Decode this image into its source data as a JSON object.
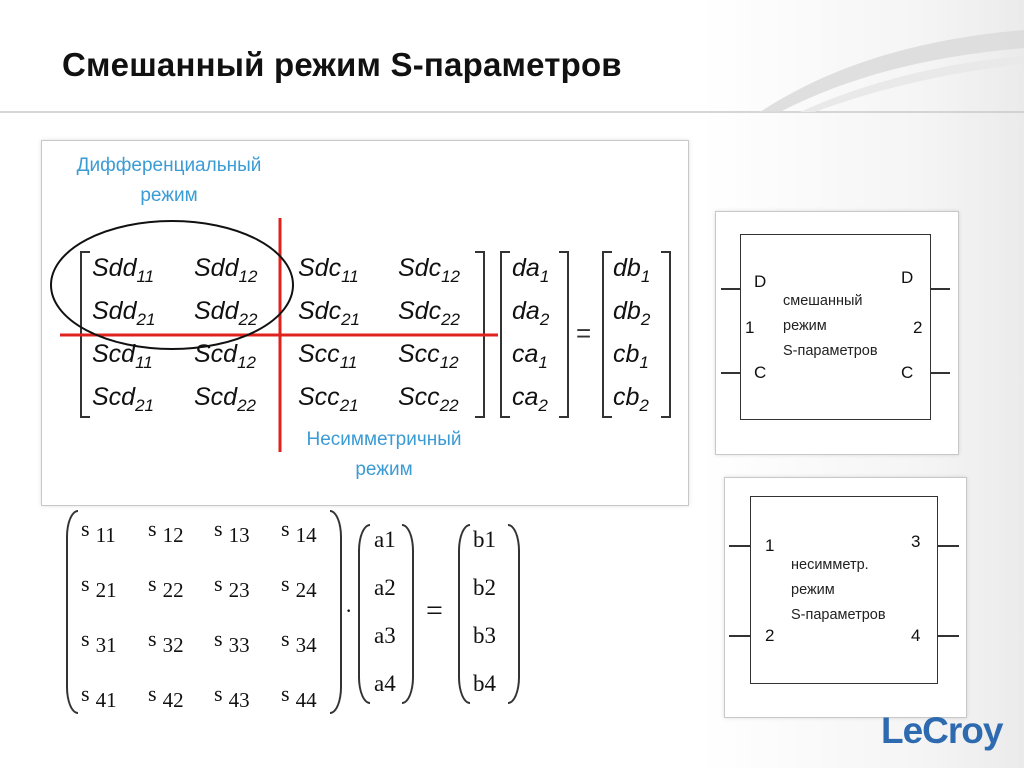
{
  "title": "Смешанный режим S-параметров",
  "mixed_panel": {
    "diff_label_line1": "Дифференциальный",
    "diff_label_line2": "режим",
    "se_label_line1": "Несимметричный",
    "se_label_line2": "режим",
    "matrix": [
      [
        [
          "Sdd",
          "11"
        ],
        [
          "Sdd",
          "12"
        ],
        [
          "Sdc",
          "11"
        ],
        [
          "Sdc",
          "12"
        ]
      ],
      [
        [
          "Sdd",
          "21"
        ],
        [
          "Sdd",
          "22"
        ],
        [
          "Sdc",
          "21"
        ],
        [
          "Sdc",
          "22"
        ]
      ],
      [
        [
          "Scd",
          "11"
        ],
        [
          "Scd",
          "12"
        ],
        [
          "Scc",
          "11"
        ],
        [
          "Scc",
          "12"
        ]
      ],
      [
        [
          "Scd",
          "21"
        ],
        [
          "Scd",
          "22"
        ],
        [
          "Scc",
          "21"
        ],
        [
          "Scc",
          "22"
        ]
      ]
    ],
    "vector_a": [
      [
        "da",
        "1"
      ],
      [
        "da",
        "2"
      ],
      [
        "ca",
        "1"
      ],
      [
        "ca",
        "2"
      ]
    ],
    "equals": "=",
    "vector_b": [
      [
        "db",
        "1"
      ],
      [
        "db",
        "2"
      ],
      [
        "cb",
        "1"
      ],
      [
        "cb",
        "2"
      ]
    ],
    "highlight_color": "#e0221f",
    "label_color": "#3b9bd4"
  },
  "se_matrix": {
    "rows": [
      [
        [
          "s",
          "11"
        ],
        [
          "s",
          "12"
        ],
        [
          "s",
          "13"
        ],
        [
          "s",
          "14"
        ]
      ],
      [
        [
          "s",
          "21"
        ],
        [
          "s",
          "22"
        ],
        [
          "s",
          "23"
        ],
        [
          "s",
          "24"
        ]
      ],
      [
        [
          "s",
          "31"
        ],
        [
          "s",
          "32"
        ],
        [
          "s",
          "33"
        ],
        [
          "s",
          "34"
        ]
      ],
      [
        [
          "s",
          "41"
        ],
        [
          "s",
          "42"
        ],
        [
          "s",
          "43"
        ],
        [
          "s",
          "44"
        ]
      ]
    ],
    "dot": "·",
    "vector_a": [
      "a1",
      "a2",
      "a3",
      "a4"
    ],
    "equals": "=",
    "vector_b": [
      "b1",
      "b2",
      "b3",
      "b4"
    ]
  },
  "diagram_mixed": {
    "port_left_top": "D",
    "port_left_num": "1",
    "port_left_bottom": "C",
    "port_right_top": "D",
    "port_right_num": "2",
    "port_right_bottom": "C",
    "text_line1": "смешанный",
    "text_line2": "режим",
    "text_line3": "S-параметров"
  },
  "diagram_se": {
    "port_1": "1",
    "port_2": "2",
    "port_3": "3",
    "port_4": "4",
    "text_line1": "несимметр.",
    "text_line2": "режим",
    "text_line3": "S-параметров"
  },
  "logo": "LeCroy"
}
